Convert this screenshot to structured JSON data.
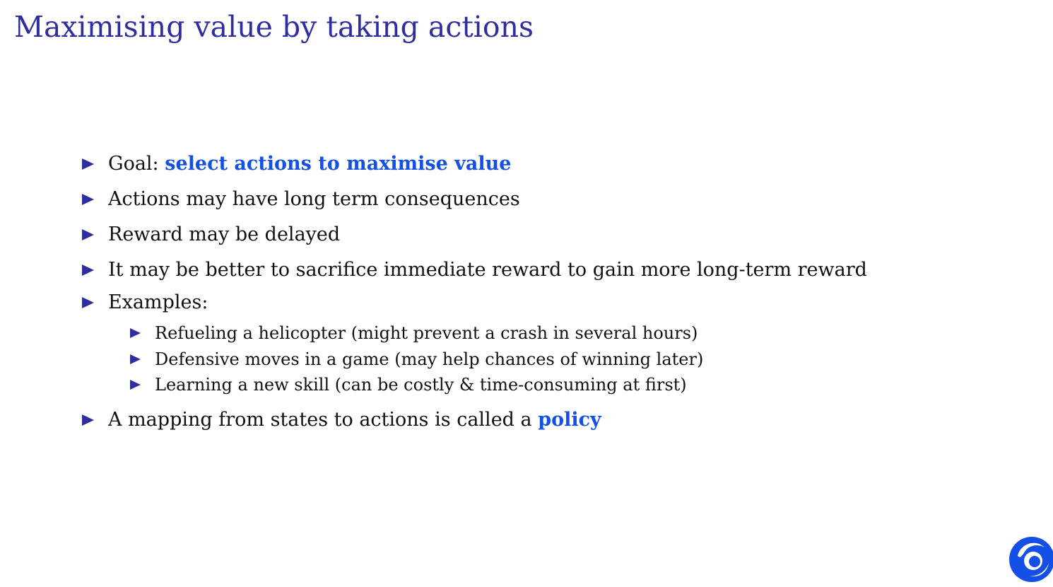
{
  "slide": {
    "title": "Maximising value by taking actions"
  },
  "bullets": [
    {
      "prefix": "Goal: ",
      "highlight": "select actions to maximise value"
    },
    {
      "text": "Actions may have long term consequences"
    },
    {
      "text": "Reward may be delayed"
    },
    {
      "text": "It may be better to sacrifice immediate reward to gain more long-term reward"
    },
    {
      "text": "Examples:"
    },
    {
      "prefix": "A mapping from states to actions is called a ",
      "highlight": "policy"
    }
  ],
  "examples": [
    "Refueling a helicopter (might prevent a crash in several hours)",
    "Defensive moves in a game (may help chances of winning later)",
    "Learning a new skill (can be costly & time-consuming at first)"
  ],
  "icons": {
    "bullet_marker": "right-triangle-icon",
    "logo": "logo-icon"
  },
  "colors": {
    "title": "#2e2e9e",
    "bullet_marker": "#2e2e9e",
    "highlight": "#1450e6",
    "body_text": "#111111",
    "logo": "#1450e6"
  }
}
